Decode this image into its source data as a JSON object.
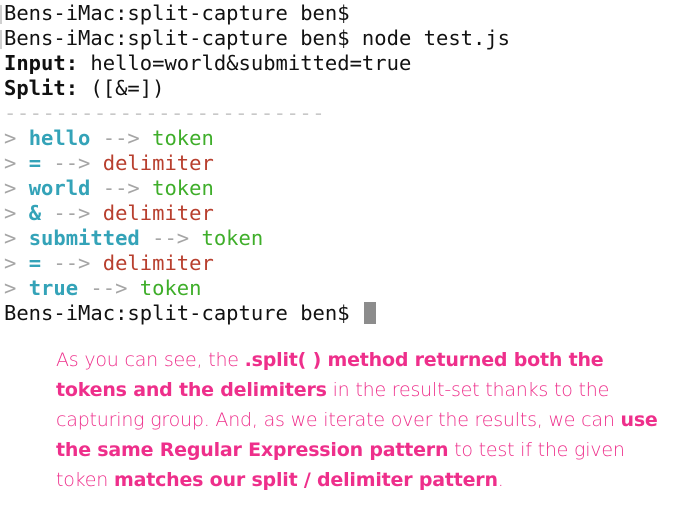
{
  "terminal": {
    "prompt1": "Bens-iMac:split-capture ben$",
    "prompt2": "Bens-iMac:split-capture ben$",
    "command": "node test.js",
    "input_label": "Input:",
    "input_value": "hello=world&submitted=true",
    "split_label": "Split:",
    "split_value": "([&=])",
    "divider": "-------------------------",
    "results": [
      {
        "marker": ">",
        "value": "hello",
        "arrow": "-->",
        "kind": "token"
      },
      {
        "marker": ">",
        "value": "=",
        "arrow": "-->",
        "kind": "delimiter"
      },
      {
        "marker": ">",
        "value": "world",
        "arrow": "-->",
        "kind": "token"
      },
      {
        "marker": ">",
        "value": "&",
        "arrow": "-->",
        "kind": "delimiter"
      },
      {
        "marker": ">",
        "value": "submitted",
        "arrow": "-->",
        "kind": "token"
      },
      {
        "marker": ">",
        "value": "=",
        "arrow": "-->",
        "kind": "delimiter"
      },
      {
        "marker": ">",
        "value": "true",
        "arrow": "-->",
        "kind": "token"
      }
    ],
    "prompt3": "Bens-iMac:split-capture ben$"
  },
  "note": {
    "p1": "As you can see, the ",
    "p2": ".split( ) method returned both the tokens and the delimiters",
    "p3": " in the result-set thanks to the capturing group. And, as we iterate over the results, we can ",
    "p4": "use the same Regular Expression pattern",
    "p5": " to test if the given token ",
    "p6": "matches our split / delimiter pattern",
    "p7": "."
  },
  "colors": {
    "token": "#3fae2a",
    "delimiter": "#b83f2e",
    "value": "#34a3b8",
    "annotation": "#ee2f8b"
  }
}
